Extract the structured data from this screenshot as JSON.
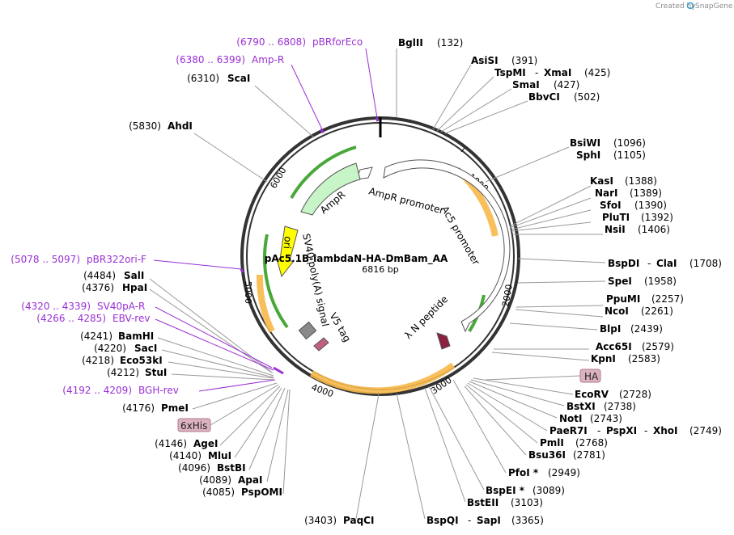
{
  "credit": {
    "prefix": "Created by",
    "brand": "SnapGene"
  },
  "plasmid": {
    "name": "pAc5.1B-lambdaN-HA-DmBam_AA",
    "size": "6816 bp"
  },
  "ticks": [
    "1000",
    "2000",
    "3000",
    "4000",
    "5000",
    "6000"
  ],
  "sites_right": [
    {
      "name": "BglII",
      "pos": "(132)"
    },
    {
      "name": "AsiSI",
      "pos": "(391)"
    },
    {
      "name": "TspMI",
      "name2": "XmaI",
      "pos": "(425)"
    },
    {
      "name": "SmaI",
      "pos": "(427)"
    },
    {
      "name": "BbvCI",
      "pos": "(502)"
    },
    {
      "name": "BsiWI",
      "pos": "(1096)"
    },
    {
      "name": "SphI",
      "pos": "(1105)"
    },
    {
      "name": "KasI",
      "pos": "(1388)"
    },
    {
      "name": "NarI",
      "pos": "(1389)"
    },
    {
      "name": "SfoI",
      "pos": "(1390)"
    },
    {
      "name": "PluTI",
      "pos": "(1392)"
    },
    {
      "name": "NsiI",
      "pos": "(1406)"
    },
    {
      "name": "BspDI",
      "name2": "ClaI",
      "pos": "(1708)"
    },
    {
      "name": "SpeI",
      "pos": "(1958)"
    },
    {
      "name": "PpuMI",
      "pos": "(2257)"
    },
    {
      "name": "NcoI",
      "pos": "(2261)"
    },
    {
      "name": "BlpI",
      "pos": "(2439)"
    },
    {
      "name": "Acc65I",
      "pos": "(2579)"
    },
    {
      "name": "KpnI",
      "pos": "(2583)"
    },
    {
      "name": "EcoRV",
      "pos": "(2728)"
    },
    {
      "name": "BstXI",
      "pos": "(2738)"
    },
    {
      "name": "NotI",
      "pos": "(2743)"
    },
    {
      "name": "PaeR7I",
      "name2": "PspXI",
      "name3": "XhoI",
      "pos": "(2749)"
    },
    {
      "name": "PmlI",
      "pos": "(2768)"
    },
    {
      "name": "Bsu36I",
      "pos": "(2781)"
    },
    {
      "name": "PfoI *",
      "pos": "(2949)"
    },
    {
      "name": "BspEI *",
      "pos": "(3089)"
    },
    {
      "name": "BstEII",
      "pos": "(3103)"
    },
    {
      "name": "BspQI",
      "name2": "SapI",
      "pos": "(3365)"
    }
  ],
  "sites_left": [
    {
      "name": "ScaI",
      "pos": "(6310)"
    },
    {
      "name": "AhdI",
      "pos": "(5830)"
    },
    {
      "name": "SalI",
      "pos": "(4484)"
    },
    {
      "name": "HpaI",
      "pos": "(4376)"
    },
    {
      "name": "BamHI",
      "pos": "(4241)"
    },
    {
      "name": "SacI",
      "pos": "(4220)"
    },
    {
      "name": "Eco53kI",
      "pos": "(4218)"
    },
    {
      "name": "StuI",
      "pos": "(4212)"
    },
    {
      "name": "PmeI",
      "pos": "(4176)"
    },
    {
      "name": "AgeI",
      "pos": "(4146)"
    },
    {
      "name": "MluI",
      "pos": "(4140)"
    },
    {
      "name": "BstBI",
      "pos": "(4096)"
    },
    {
      "name": "ApaI",
      "pos": "(4089)"
    },
    {
      "name": "PspOMI",
      "pos": "(4085)"
    },
    {
      "name": "PaqCI",
      "pos": "(3403)"
    }
  ],
  "primers": [
    {
      "range": "(6790 .. 6808)",
      "name": "pBRforEco"
    },
    {
      "range": "(6380 .. 6399)",
      "name": "Amp-R"
    },
    {
      "range": "(5078 .. 5097)",
      "name": "pBR322ori-F"
    },
    {
      "range": "(4320 .. 4339)",
      "name": "SV40pA-R"
    },
    {
      "range": "(4266 .. 4285)",
      "name": "EBV-rev"
    },
    {
      "range": "(4192 .. 4209)",
      "name": "BGH-rev"
    }
  ],
  "tags": [
    "HA",
    "6xHis"
  ],
  "features": [
    "AmpR promoter",
    "AmpR",
    "Ac5 promoter",
    "ori",
    "SV40 poly(A) signal",
    "V5 tag",
    "λ N peptide"
  ],
  "colors": {
    "primer": "#9a2fd4",
    "ampr": "#c8f5c8",
    "ori": "#ffff00",
    "orf": "#f7b84b",
    "green": "#4aa83a",
    "tag_bg": "#dbb3c0",
    "ring": "#333333"
  }
}
